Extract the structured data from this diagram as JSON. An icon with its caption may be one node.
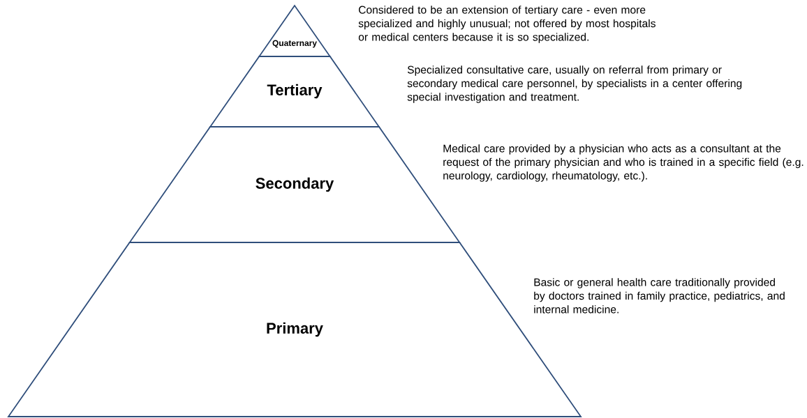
{
  "diagram": {
    "nodes": [
      {
        "text": [
          "Quaternary"
        ]
      },
      {
        "text": [
          "Tertiary"
        ]
      },
      {
        "text": [
          "Secondary"
        ]
      },
      {
        "text": [
          "Primary"
        ]
      }
    ],
    "labels": [
      "Considered to be an extension of tertiary care - even more specialized and highly unusual; not offered by most hospitals or medical centers because it is so specialized.",
      "Specialized consultative care, usually on referral from primary or secondary medical care personnel, by specialists in a center offering special investigation and treatment.",
      "Medical care provided by a physician who acts as a consultant at the request of the primary physician and who is trained in a specific field (e.g. neurology, cardiology, rheumatology, etc.).",
      "Basic or general health care traditionally provided by doctors trained in family practice, pediatrics, and internal medicine."
    ]
  }
}
